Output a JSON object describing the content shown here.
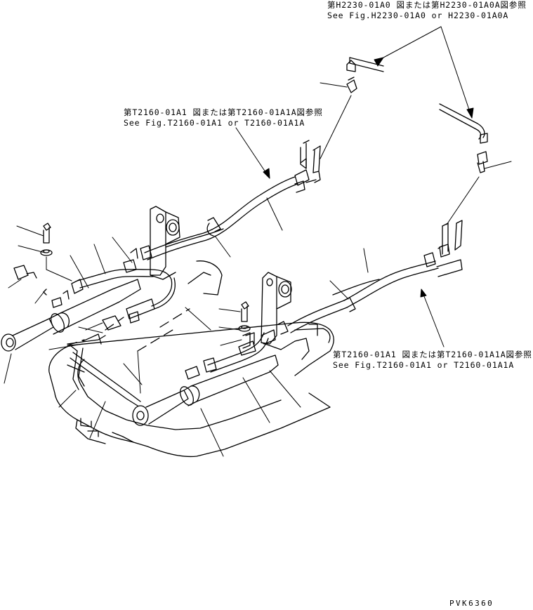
{
  "references": {
    "top": {
      "jp": "第H2230-01A0 図または第H2230-01A0A図参照",
      "en": "See Fig.H2230-01A0 or H2230-01A0A"
    },
    "middle": {
      "jp": "第T2160-01A1 図または第T2160-01A1A図参照",
      "en": "See Fig.T2160-01A1 or T2160-01A1A"
    },
    "bottom": {
      "jp": "第T2160-01A1 図または第T2160-01A1A図参照",
      "en": "See Fig.T2160-01A1 or T2160-01A1A"
    }
  },
  "drawing_code": "PVK6360",
  "colors": {
    "ink": "#000000",
    "paper": "#ffffff"
  }
}
